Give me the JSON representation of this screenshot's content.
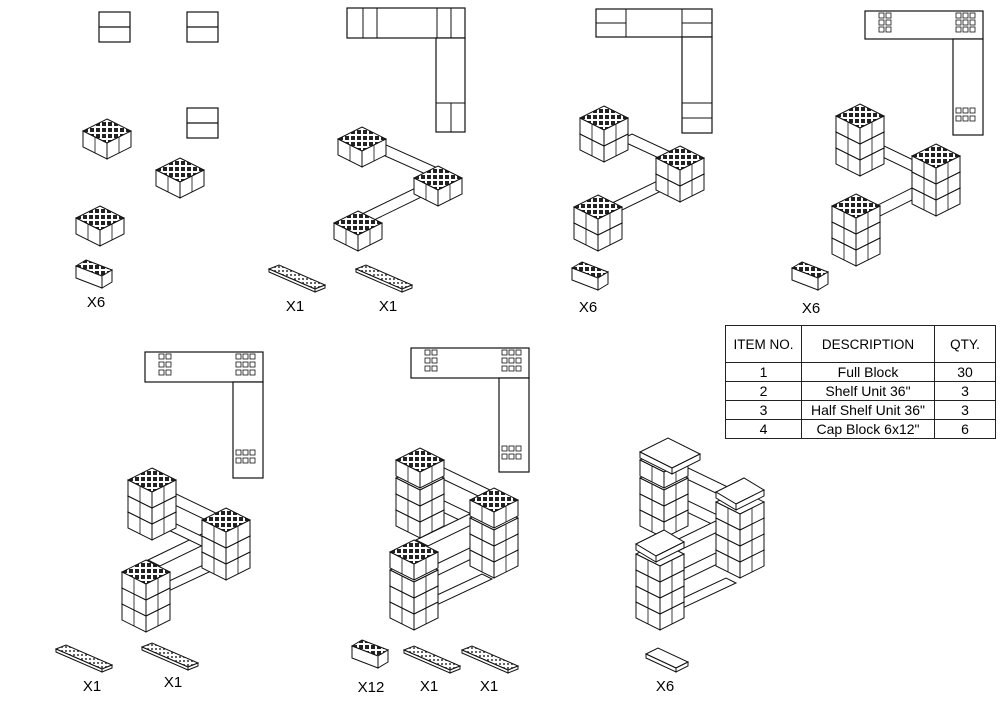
{
  "steps": [
    {
      "labels": [
        "X6"
      ]
    },
    {
      "labels": [
        "X1",
        "X1"
      ]
    },
    {
      "labels": [
        "X6"
      ]
    },
    {
      "labels": [
        "X6"
      ]
    },
    {
      "labels": [
        "X1",
        "X1"
      ]
    },
    {
      "labels": [
        "X12",
        "X1",
        "X1"
      ]
    },
    {
      "labels": [
        "X6"
      ]
    }
  ],
  "bom": {
    "headers": [
      "ITEM NO.",
      "DESCRIPTION",
      "QTY."
    ],
    "rows": [
      {
        "item": "1",
        "description": "Full Block",
        "qty": "30"
      },
      {
        "item": "2",
        "description": "Shelf Unit 36\"",
        "qty": "3"
      },
      {
        "item": "3",
        "description": "Half Shelf Unit 36\"",
        "qty": "3"
      },
      {
        "item": "4",
        "description": "Cap Block 6x12\"",
        "qty": "6"
      }
    ]
  }
}
